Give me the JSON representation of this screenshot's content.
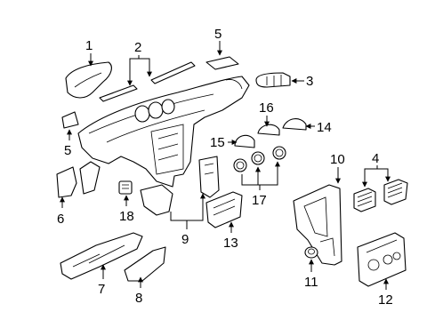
{
  "diagram": {
    "callouts": [
      "1",
      "2",
      "3",
      "4",
      "5",
      "5",
      "6",
      "7",
      "8",
      "9",
      "10",
      "11",
      "12",
      "13",
      "14",
      "15",
      "16",
      "17",
      "18"
    ]
  }
}
